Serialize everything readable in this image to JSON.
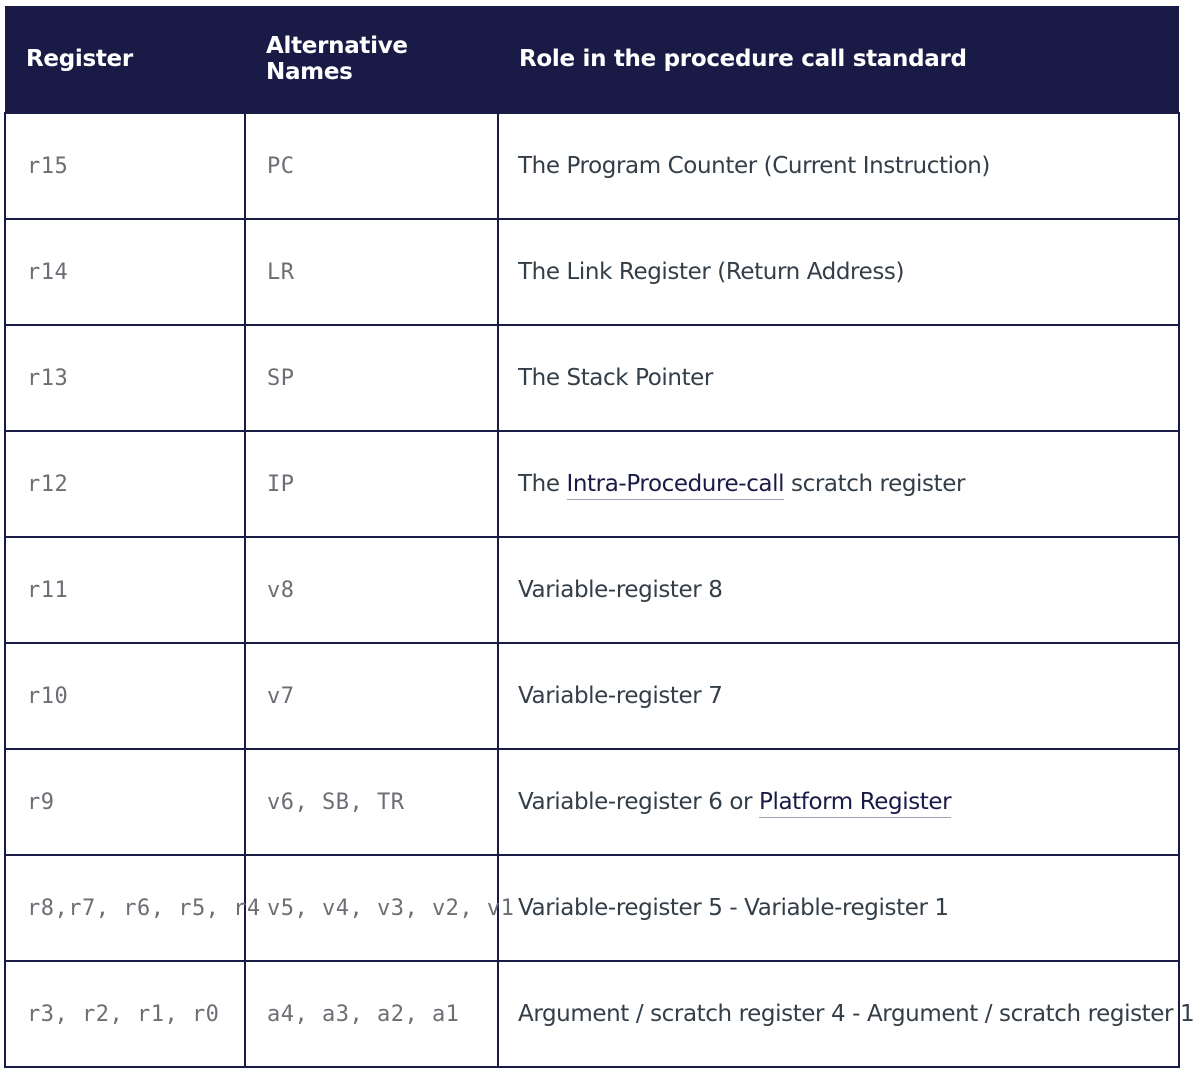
{
  "table": {
    "headers": [
      "Register",
      "Alternative Names",
      "Role in the procedure call standard"
    ],
    "rows": [
      {
        "register": "r15",
        "alt": "PC",
        "role": [
          {
            "t": "The Program Counter (Current Instruction)"
          }
        ]
      },
      {
        "register": "r14",
        "alt": "LR",
        "role": [
          {
            "t": "The Link Register (Return Address)"
          }
        ]
      },
      {
        "register": "r13",
        "alt": "SP",
        "role": [
          {
            "t": "The Stack Pointer"
          }
        ]
      },
      {
        "register": "r12",
        "alt": "IP",
        "role": [
          {
            "t": "The "
          },
          {
            "t": "Intra-Procedure-call",
            "link": true,
            "name": "intra-procedure-call-link"
          },
          {
            "t": " scratch register"
          }
        ]
      },
      {
        "register": "r11",
        "alt": "v8",
        "role": [
          {
            "t": "Variable-register 8"
          }
        ]
      },
      {
        "register": "r10",
        "alt": "v7",
        "role": [
          {
            "t": "Variable-register 7"
          }
        ]
      },
      {
        "register": "r9",
        "alt": "v6, SB, TR",
        "role": [
          {
            "t": "Variable-register 6 or "
          },
          {
            "t": "Platform Register",
            "link": true,
            "name": "platform-register-link"
          }
        ]
      },
      {
        "register": "r8,r7, r6, r5, r4",
        "alt": "v5, v4, v3, v2, v1",
        "role": [
          {
            "t": "Variable-register 5 - Variable-register 1"
          }
        ]
      },
      {
        "register": "r3, r2, r1, r0",
        "alt": "a4, a3, a2, a1",
        "role": [
          {
            "t": "Argument / scratch register 4 - Argument / scratch register 1"
          }
        ]
      }
    ]
  }
}
